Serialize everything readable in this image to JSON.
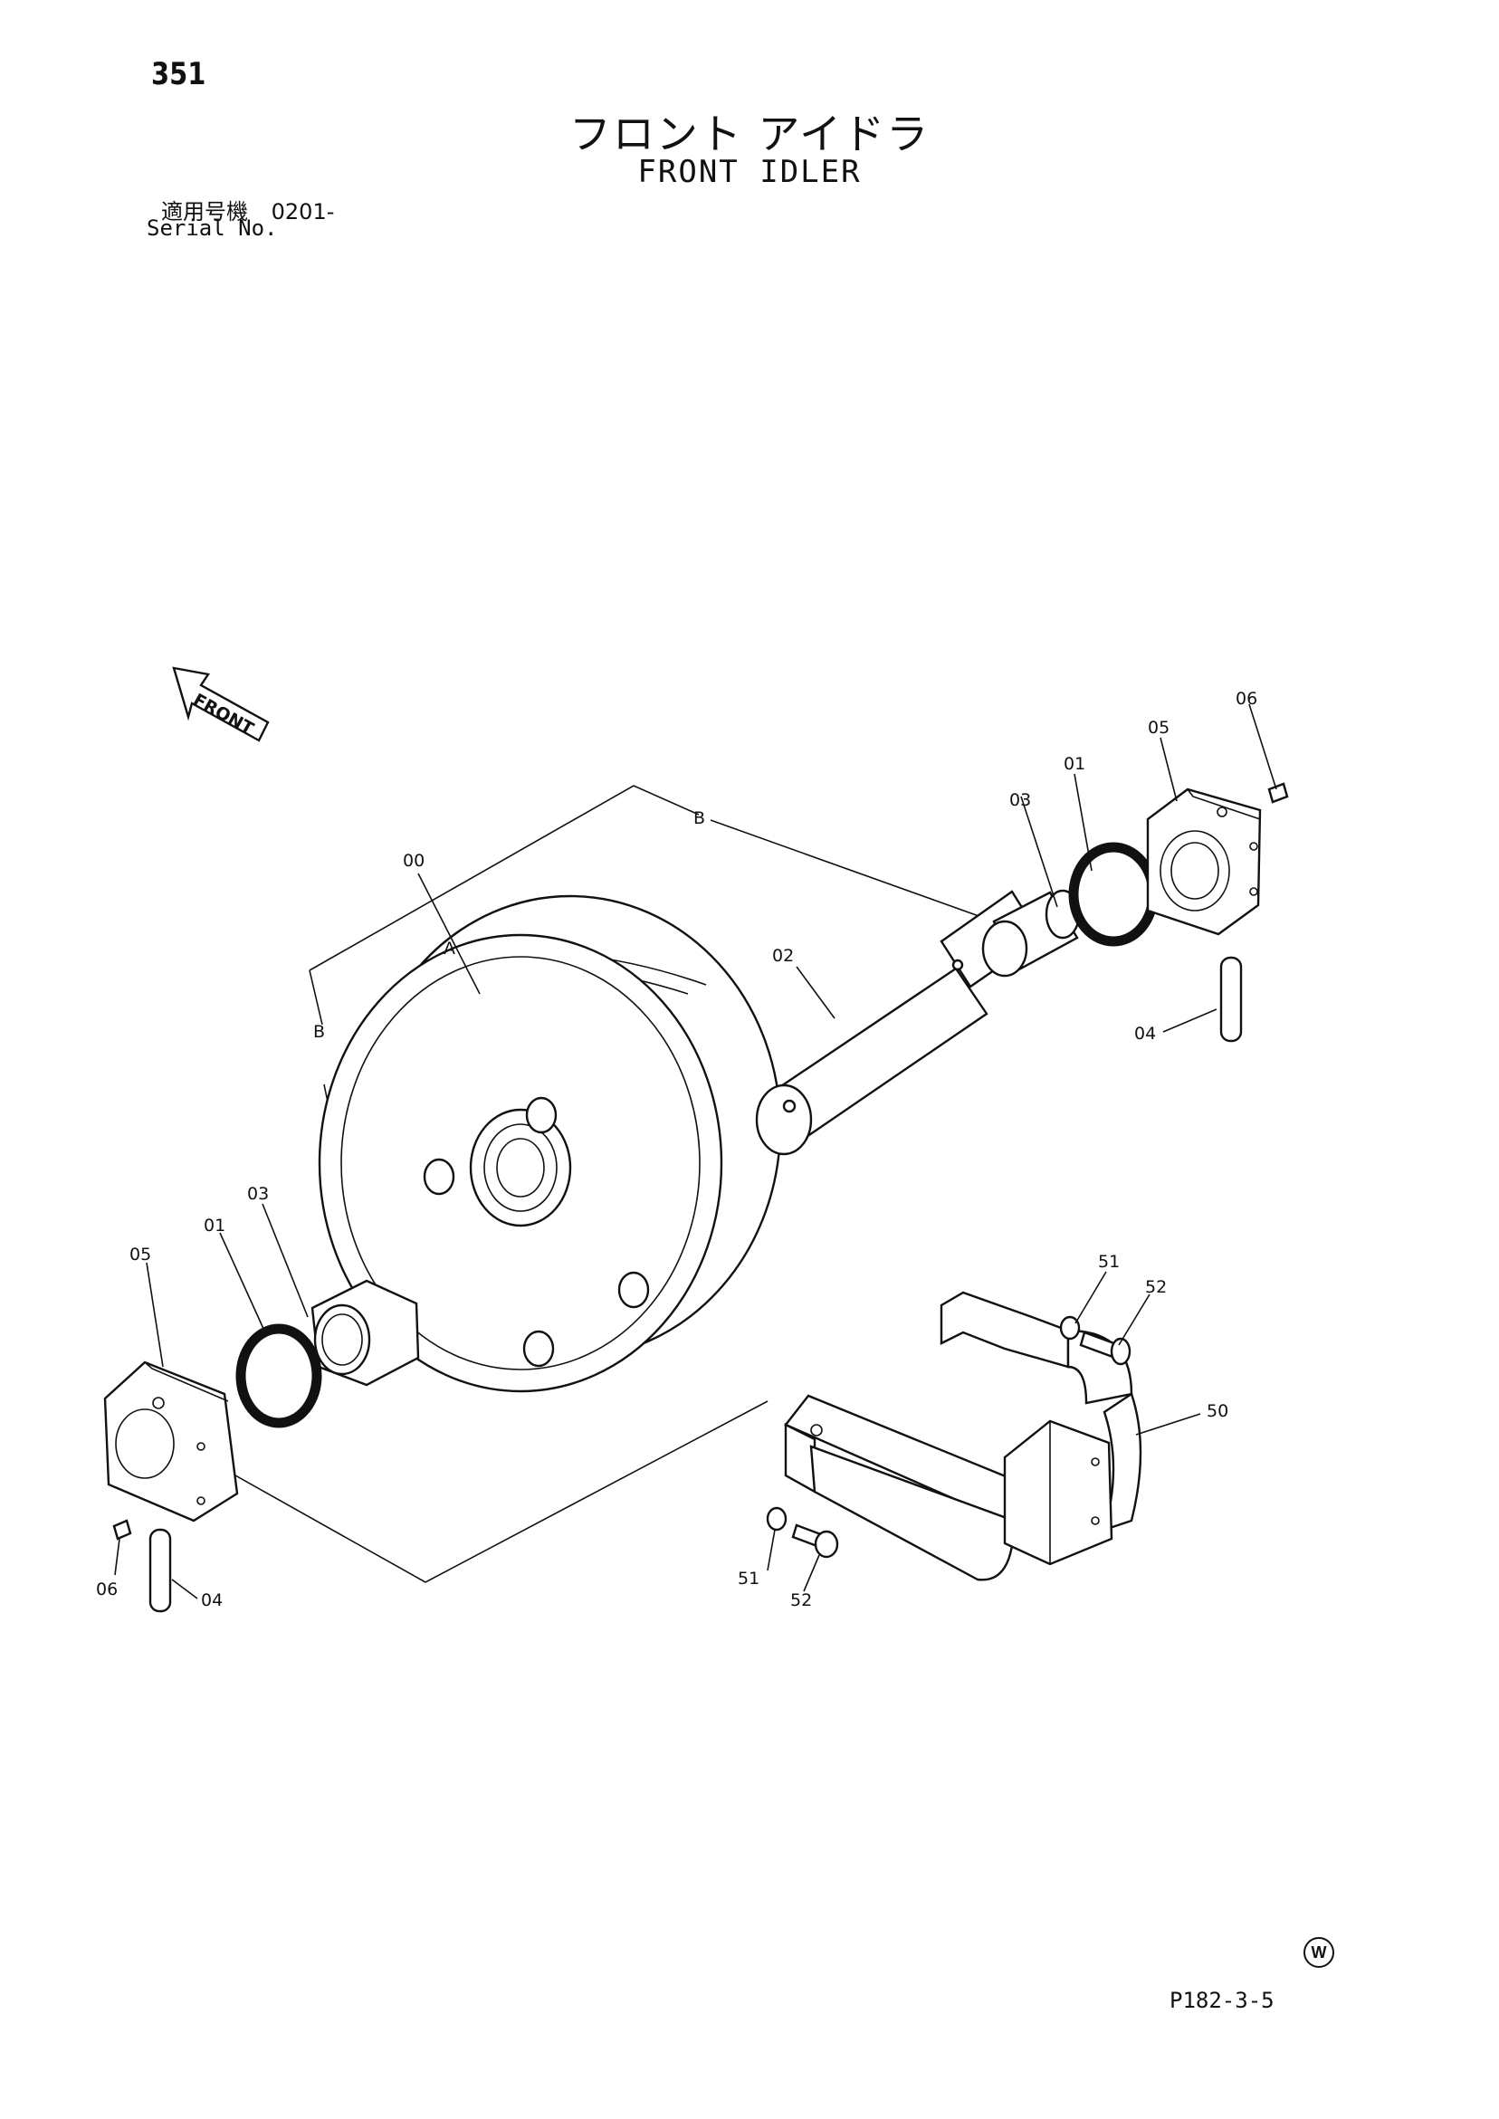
{
  "page_number": "351",
  "title_jp": "フロント アイドラ",
  "title_en": "FRONT IDLER",
  "serial": {
    "label_jp": "適用号機",
    "value": "0201-",
    "label_en": "Serial No."
  },
  "front_arrow": "FRONT",
  "callouts": {
    "c00": "00",
    "cA": "A",
    "cB_top": "B",
    "cB_left": "B",
    "c01_right": "01",
    "c03_right": "03",
    "c05_right": "05",
    "c06_right": "06",
    "c02": "02",
    "c04_right": "04",
    "c01_left": "01",
    "c03_left": "03",
    "c05_left": "05",
    "c06_left": "06",
    "c04_left": "04",
    "c51_top": "51",
    "c52_top": "52",
    "c50": "50",
    "c51_bottom": "51",
    "c52_bottom": "52"
  },
  "watermark": "W",
  "drawing_code": "P182-3-5"
}
